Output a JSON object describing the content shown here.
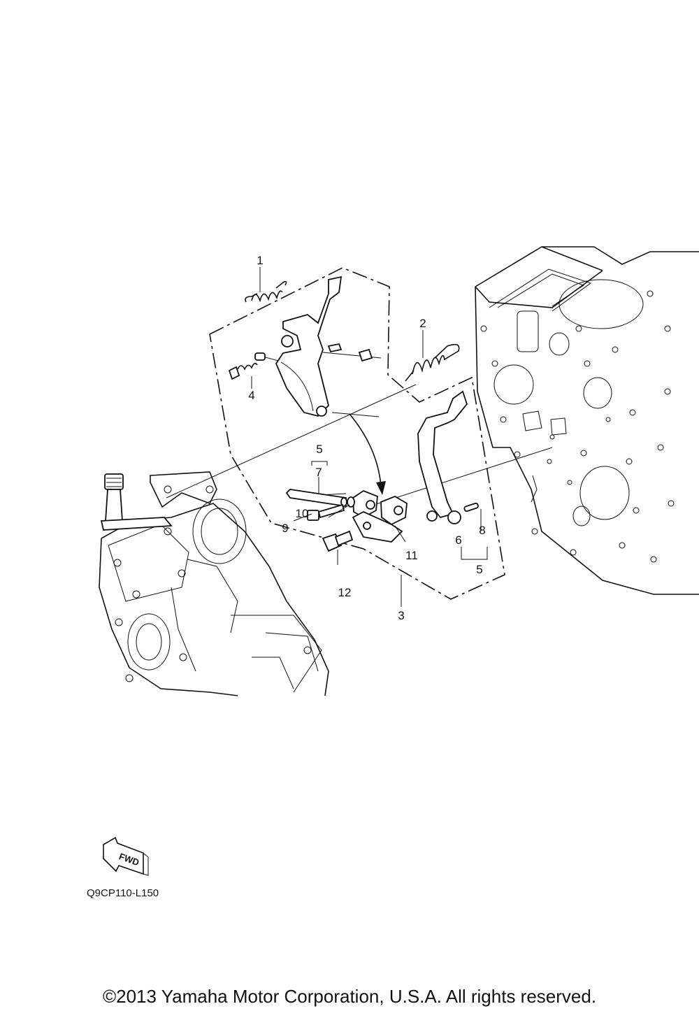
{
  "callouts": [
    {
      "id": "c1",
      "label": "1"
    },
    {
      "id": "c2",
      "label": "2"
    },
    {
      "id": "c3",
      "label": "3"
    },
    {
      "id": "c4",
      "label": "4"
    },
    {
      "id": "c5a",
      "label": "5"
    },
    {
      "id": "c5b",
      "label": "5"
    },
    {
      "id": "c6",
      "label": "6"
    },
    {
      "id": "c7",
      "label": "7"
    },
    {
      "id": "c8",
      "label": "8"
    },
    {
      "id": "c9",
      "label": "9"
    },
    {
      "id": "c10",
      "label": "10"
    },
    {
      "id": "c11",
      "label": "11"
    },
    {
      "id": "c12",
      "label": "12"
    }
  ],
  "fwd_label": "FWD",
  "diagram_code": "Q9CP110-L150",
  "copyright": "©2013 Yamaha Motor Corporation, U.S.A. All rights reserved."
}
